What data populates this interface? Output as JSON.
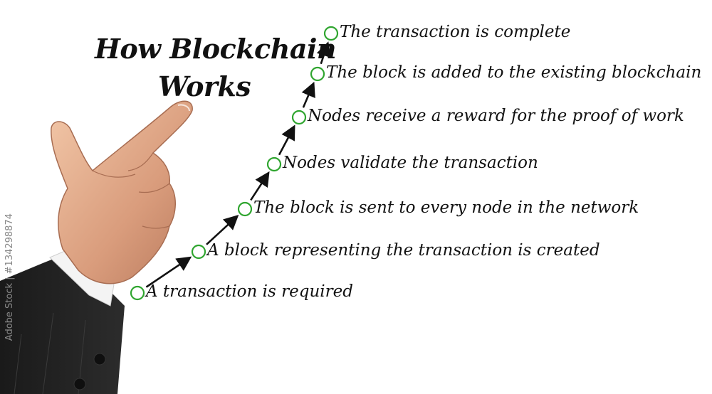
{
  "title": {
    "line1": "How Blockchain",
    "line2": "Works"
  },
  "steps": [
    {
      "label": "A transaction is required"
    },
    {
      "label": "A block representing the transaction is created"
    },
    {
      "label": "The block is sent to every node in the network"
    },
    {
      "label": "Nodes validate the transaction"
    },
    {
      "label": "Nodes receive a reward for the proof of work"
    },
    {
      "label": "The block is added to the existing blockchain"
    },
    {
      "label": "The transaction is complete"
    }
  ],
  "watermark": "Adobe Stock | #134298874",
  "colors": {
    "node_stroke": "#2fa52f",
    "arrow": "#111111",
    "text": "#111111"
  }
}
